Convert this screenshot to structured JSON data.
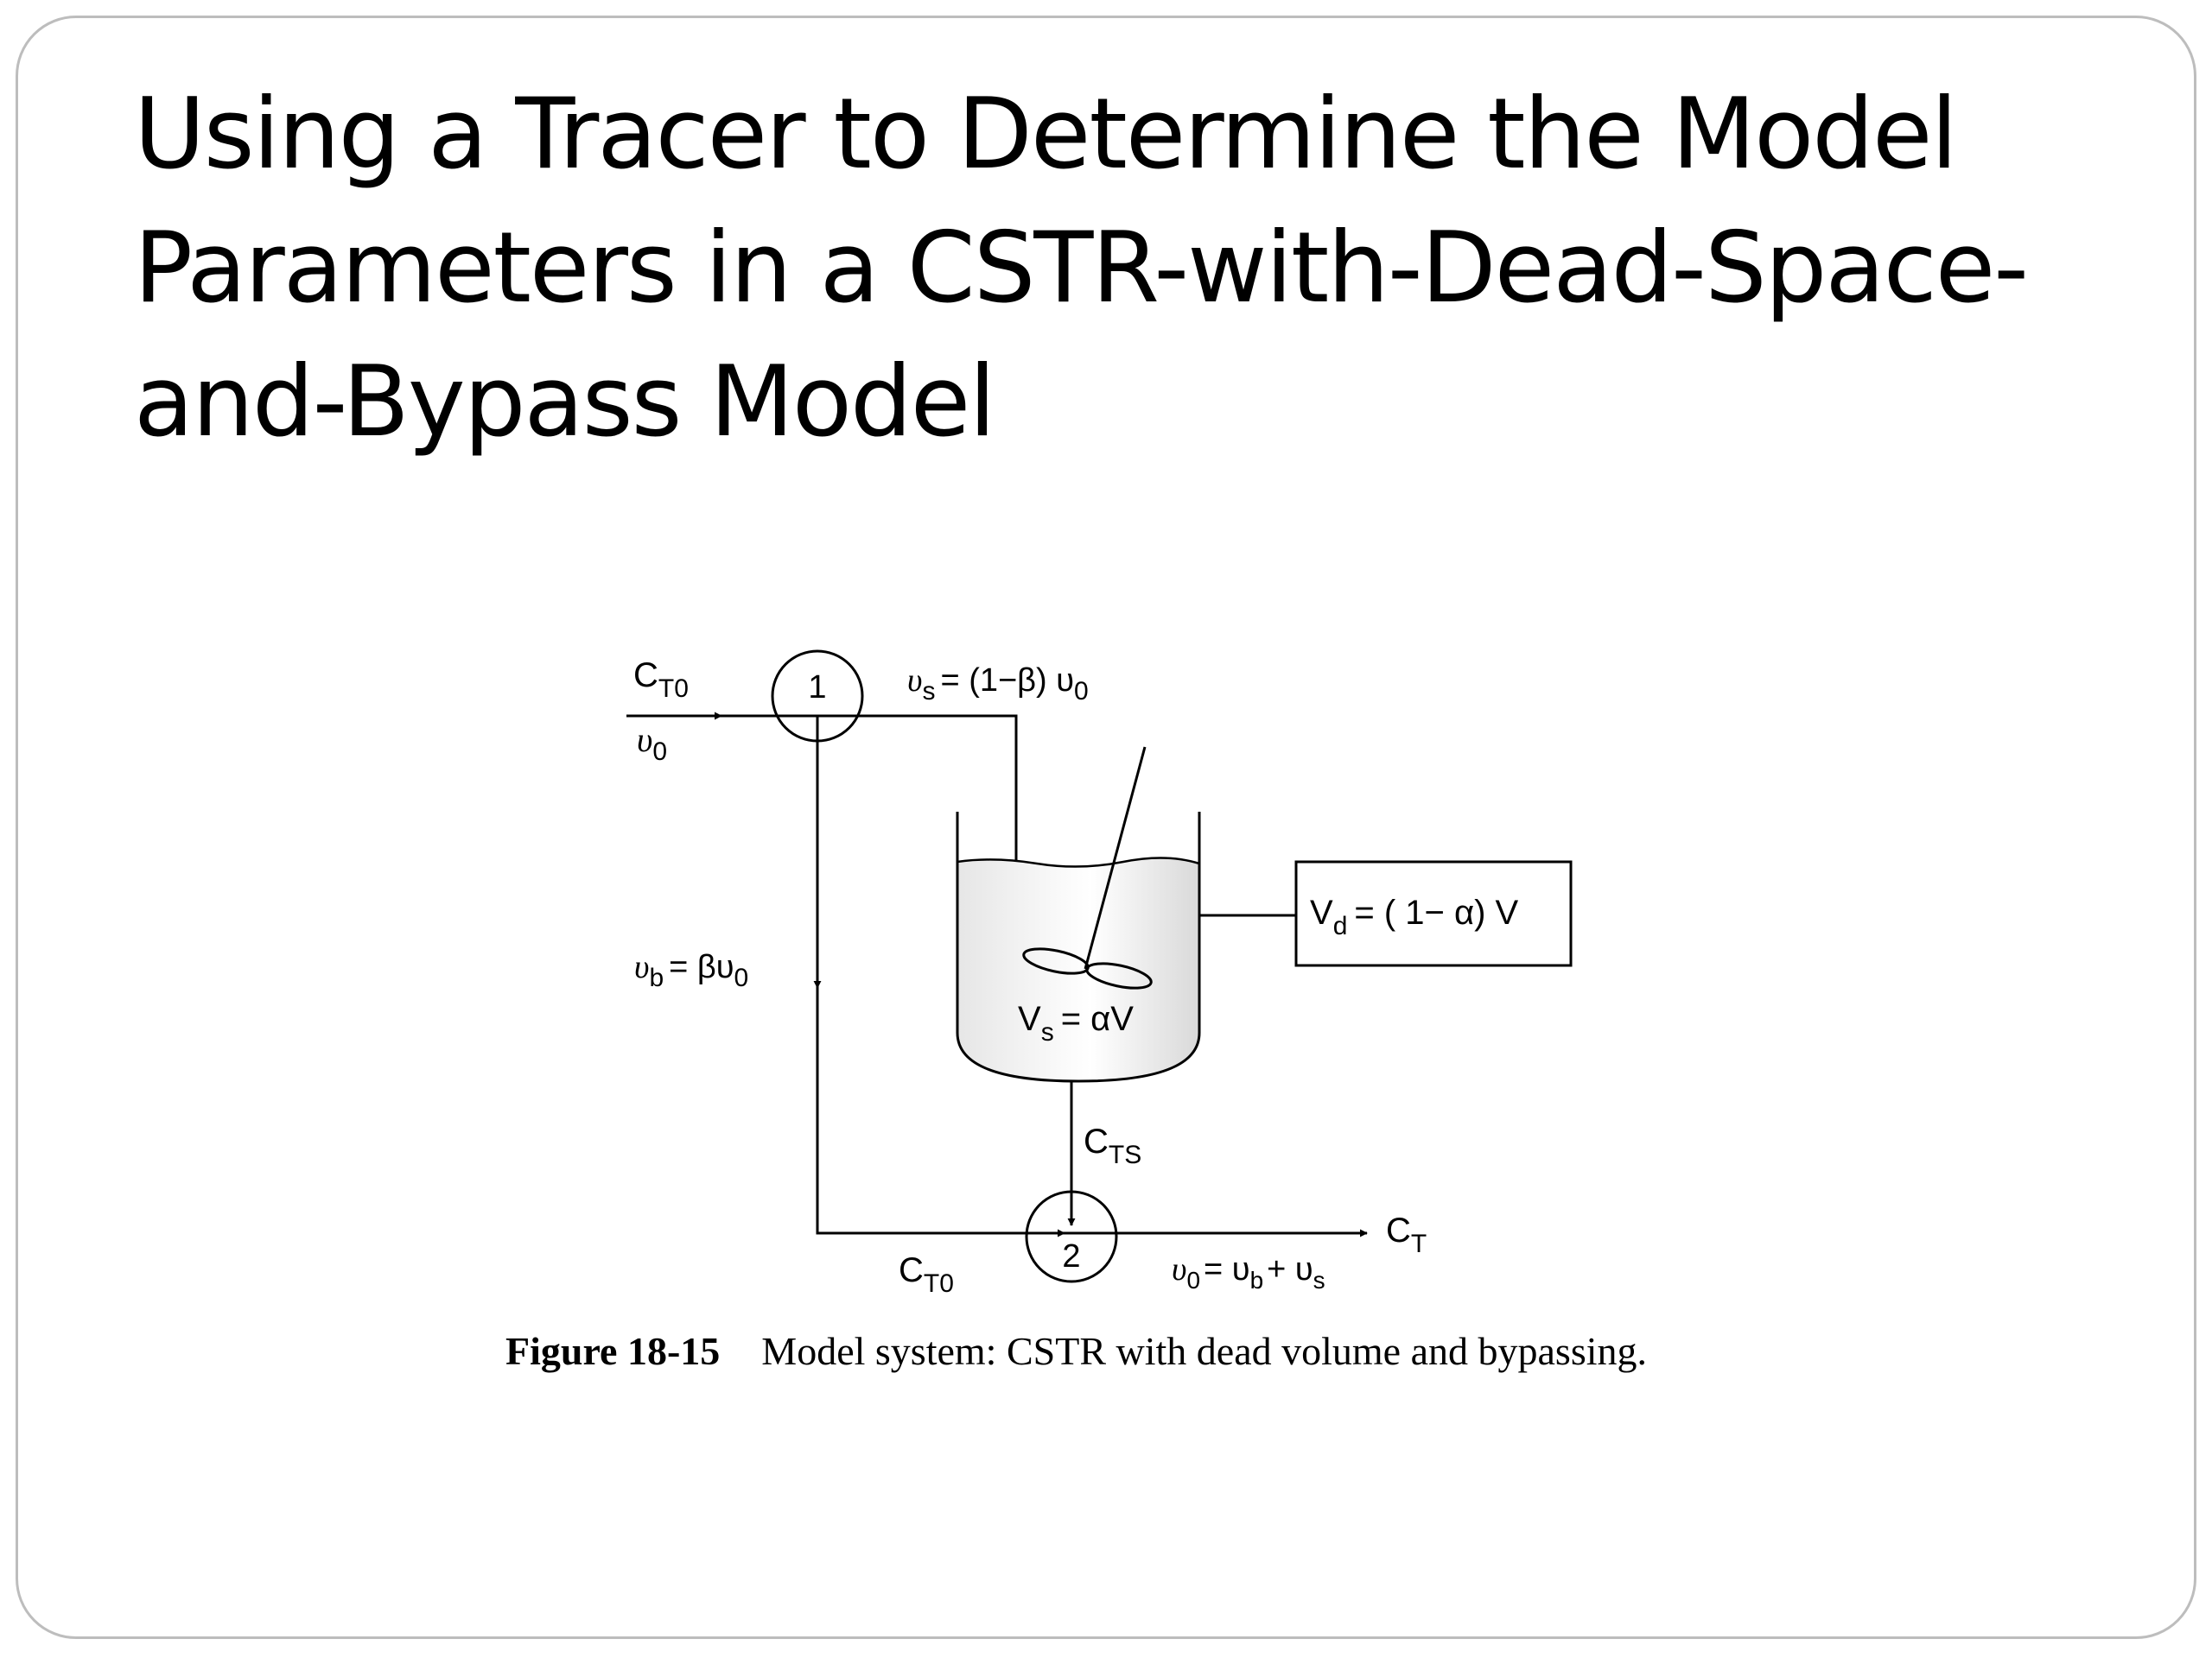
{
  "slide": {
    "title": "Using a Tracer to Determine the Model Parameters in a CSTR-with-Dead-Space-and-Bypass Model"
  },
  "diagram": {
    "inlet": {
      "concentration": "C",
      "concentration_sub": "T0",
      "flow": "υ",
      "flow_sub": "0"
    },
    "node1_label": "1",
    "node2_label": "2",
    "split_flow": {
      "lhs": "υ",
      "lhs_sub": "s",
      "rhs": "= (1−β) υ",
      "rhs_sub": "0"
    },
    "bypass_flow": {
      "lhs": "υ",
      "lhs_sub": "b",
      "rhs": "= βυ",
      "rhs_sub": "0"
    },
    "dead_volume": {
      "lhs": "V",
      "lhs_sub": "d",
      "rhs": "= ( 1− α) V"
    },
    "stirred_volume": {
      "lhs": "V",
      "lhs_sub": "s",
      "rhs": "= αV"
    },
    "reactor_outlet": {
      "main": "C",
      "sub": "TS"
    },
    "bypass_conc": {
      "main": "C",
      "sub": "T0"
    },
    "outlet": {
      "main": "C",
      "sub": "T"
    },
    "outlet_flow": {
      "a": "υ",
      "a_sub": "0",
      "b": "= υ",
      "b_sub": "b",
      "c": "+ υ",
      "c_sub": "s"
    }
  },
  "caption": {
    "figure_number": "Figure 18-15",
    "text": "Model system: CSTR with dead volume and bypassing."
  }
}
